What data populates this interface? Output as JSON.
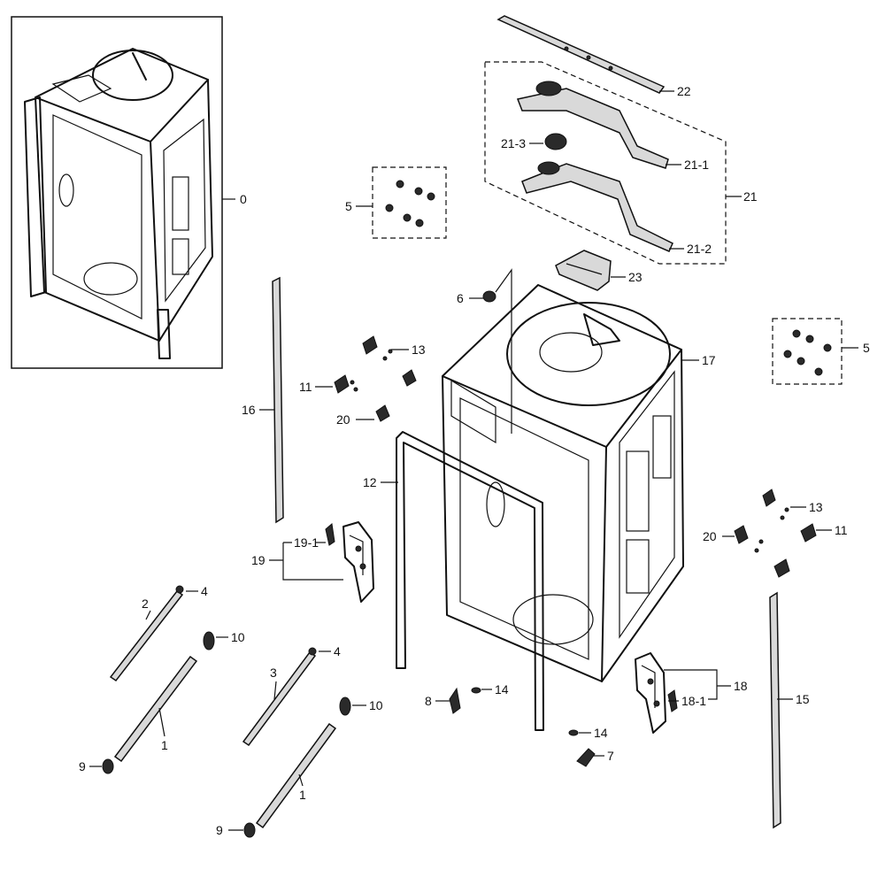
{
  "labels": {
    "l0": "0",
    "l22": "22",
    "l21_3": "21-3",
    "l21_1": "21-1",
    "l21": "21",
    "l21_2": "21-2",
    "l5a": "5",
    "l5b": "5",
    "l23": "23",
    "l6": "6",
    "l17": "17",
    "l13a": "13",
    "l11a": "11",
    "l20a": "20",
    "l16": "16",
    "l12": "12",
    "l13b": "13",
    "l20b": "20",
    "l11b": "11",
    "l19_1": "19-1",
    "l19": "19",
    "l2": "2",
    "l4a": "4",
    "l10a": "10",
    "l3": "3",
    "l4b": "4",
    "l1a": "1",
    "l9a": "9",
    "l10b": "10",
    "l8": "8",
    "l14a": "14",
    "l18": "18",
    "l18_1": "18-1",
    "l15": "15",
    "l14b": "14",
    "l7": "7",
    "l1b": "1",
    "l9b": "9"
  }
}
